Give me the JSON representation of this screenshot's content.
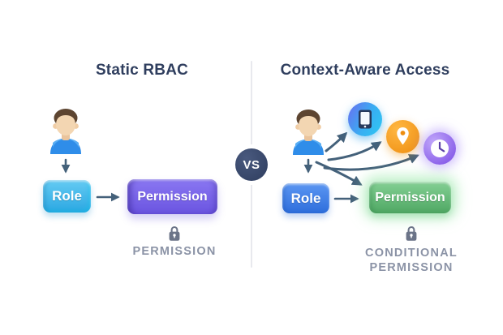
{
  "left": {
    "title": "Static RBAC",
    "role_label": "Role",
    "permission_label": "Permission",
    "caption": "PERMISSION",
    "icons": [
      "user-avatar-icon",
      "arrow-down-icon",
      "arrow-right-icon",
      "lock-icon"
    ]
  },
  "center": {
    "vs_label": "VS"
  },
  "right": {
    "title": "Context-Aware Access",
    "role_label": "Role",
    "permission_label": "Permission",
    "caption_line1": "CONDITIONAL",
    "caption_line2": "PERMISSION",
    "icons": [
      "user-avatar-icon",
      "device-icon",
      "location-pin-icon",
      "clock-icon",
      "arrow-down-icon",
      "arrow-right-icon",
      "curved-arrow-icons",
      "lock-icon"
    ]
  },
  "colors": {
    "title_navy": "#2f3e5e",
    "left_role_cyan": "#35b2e9",
    "left_permission_purple": "#6f5ae3",
    "right_role_blue": "#3f80ea",
    "right_permission_green": "#5cb873",
    "permission_glow_green": "#96e8a6",
    "vs_circle_navy": "#344564",
    "arrow_slate": "#44617a",
    "caption_gray": "#8b93a6",
    "divider_gray": "#e8e9ee",
    "device_icon_blue": "#2fb9f1",
    "pin_icon_orange": "#f0960f",
    "clock_icon_purple": "#8a5cf0",
    "lock_gray": "#6b7488",
    "background": "#ffffff"
  }
}
